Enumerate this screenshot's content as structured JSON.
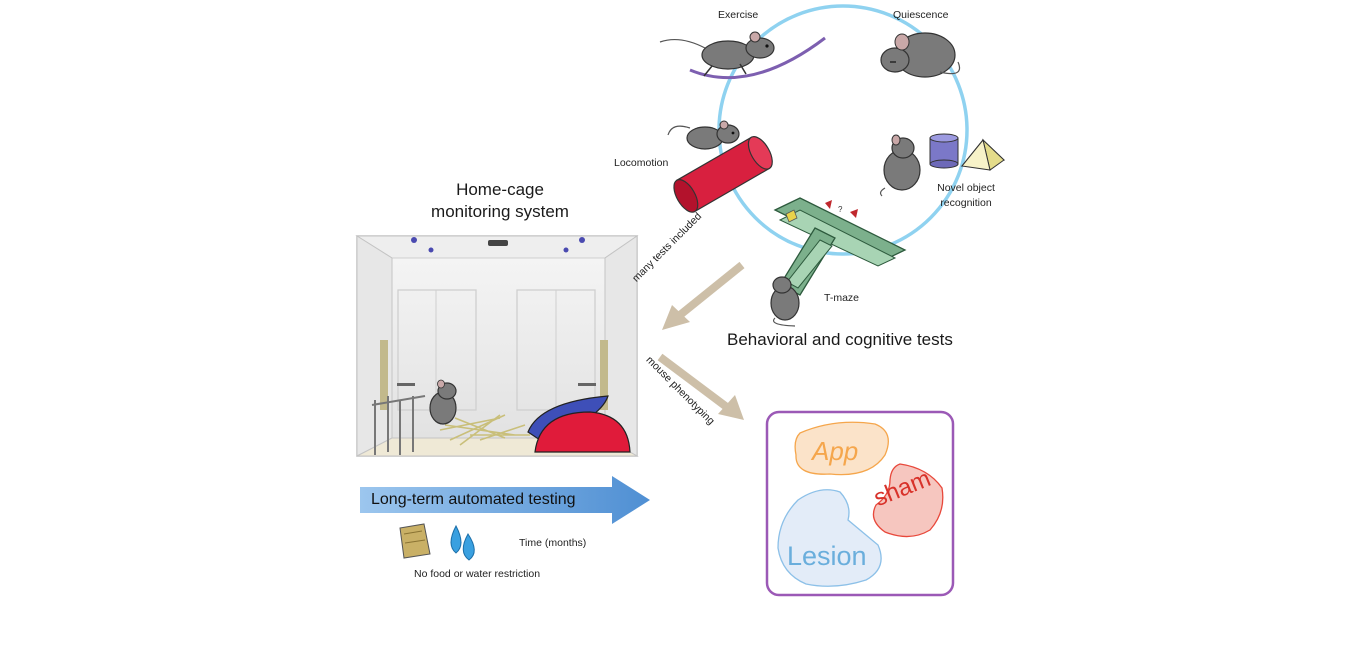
{
  "home_cage": {
    "title_line1": "Home-cage",
    "title_line2": "monitoring system"
  },
  "tests": {
    "title": "Behavioral and cognitive tests",
    "exercise": "Exercise",
    "quiescence": "Quiescence",
    "locomotion": "Locomotion",
    "novel_line1": "Novel object",
    "novel_line2": "recognition",
    "tmaze": "T-maze"
  },
  "arrows": {
    "upper": "many tests included",
    "lower": "mouse phenotyping"
  },
  "timeline": {
    "banner": "Long-term automated testing",
    "time": "Time (months)",
    "restriction": "No food or water restriction"
  },
  "clusters": {
    "app": "App",
    "sham": "sham",
    "lesion": "Lesion"
  },
  "colors": {
    "ring": "#8fd2f0",
    "arrow": "#cdbfa8",
    "banner": "#5b9bd5",
    "panel_border": "#9b59b6",
    "app": "#f5a64c",
    "sham": "#e8483b",
    "lesion": "#8cc0e8"
  }
}
